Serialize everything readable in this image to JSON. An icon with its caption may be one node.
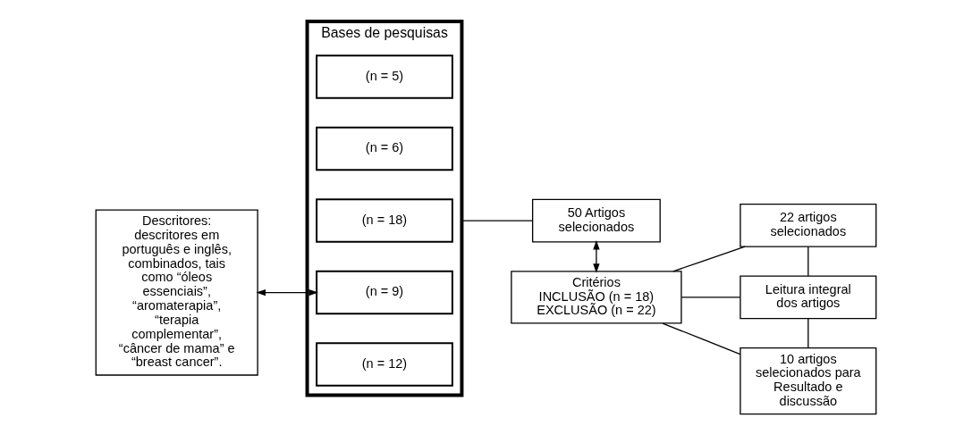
{
  "diagram": {
    "nodes": [
      {
        "text": [
          "Descritores:",
          "descritores em português e inglês, combinados, tais como “óleos essenciais”, “aromaterapia”, “terapia complementar”, “câncer de mama” e “breast cancer”."
        ]
      },
      {
        "text": [
          "Bases de pesquisas"
        ]
      },
      {
        "text": [
          "(n = 5)"
        ],
        "in": 1
      },
      {
        "text": [
          "(n = 6)"
        ],
        "in": 1
      },
      {
        "text": [
          "(n = 18)"
        ],
        "in": 1
      },
      {
        "text": [
          "(n = 9)"
        ],
        "in": 1
      },
      {
        "text": [
          "(n = 12)"
        ],
        "in": 1
      },
      {
        "text": [
          "50 Artigos selecionados"
        ]
      },
      {
        "text": [
          "Critérios",
          "INCLUSÃO (n = 18)",
          "EXCLUSÃO (n = 22)"
        ]
      },
      {
        "text": [
          "22 artigos selecionados"
        ]
      },
      {
        "text": [
          "Leitura integral dos artigos"
        ]
      },
      {
        "text": [
          "10 artigos selecionados para Resultado e discussão"
        ]
      }
    ],
    "edges": [
      {
        "from": 0,
        "to": 5,
        "arrow": "both"
      },
      {
        "from": 1,
        "to": 7,
        "arrow": "none"
      },
      {
        "from": 7,
        "to": 8,
        "arrow": "both"
      },
      {
        "from": 8,
        "to": 9,
        "arrow": "none"
      },
      {
        "from": 8,
        "to": 10,
        "arrow": "none"
      },
      {
        "from": 8,
        "to": 11,
        "arrow": "none"
      },
      {
        "from": 9,
        "to": 10,
        "arrow": "none"
      },
      {
        "from": 10,
        "to": 11,
        "arrow": "none"
      }
    ]
  }
}
